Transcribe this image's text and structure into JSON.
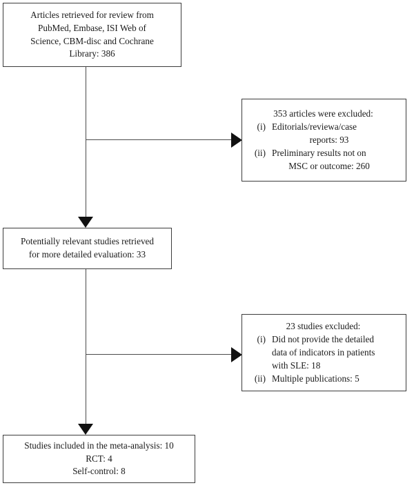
{
  "diagram": {
    "type": "prisma-flowchart",
    "nodes": {
      "retrieved": {
        "lines": [
          "Articles retrieved for review from",
          "PubMed, Embase, ISI Web of",
          "Science, CBM-disc and Cochrane",
          "Library: 386"
        ]
      },
      "excluded_1": {
        "heading": "353 articles were excluded:",
        "items": [
          {
            "marker": "(i)",
            "text": "Editorials/reviewa/case",
            "cont": "reports: 93"
          },
          {
            "marker": "(ii)",
            "text": "Preliminary results not on",
            "cont": "MSC or outcome: 260"
          }
        ]
      },
      "relevant": {
        "lines": [
          "Potentially relevant studies retrieved",
          "for more detailed evaluation: 33"
        ]
      },
      "excluded_2": {
        "heading": "23 studies excluded:",
        "items": [
          {
            "marker": "(i)",
            "text": "Did not provide the detailed",
            "cont": "data of indicators in patients",
            "cont2": "with SLE: 18"
          },
          {
            "marker": "(ii)",
            "text": "Multiple publications: 5",
            "cont": ""
          }
        ]
      },
      "included": {
        "lines": [
          "Studies included in the meta-analysis: 10",
          "RCT: 4",
          "Self-control: 8"
        ]
      }
    },
    "counts": {
      "retrieved_total": 386,
      "excluded_first_stage": 353,
      "excluded_editorials_reviews_case_reports": 93,
      "excluded_preliminary_not_msc_or_outcome": 260,
      "potentially_relevant": 33,
      "excluded_second_stage": 23,
      "excluded_no_detailed_data_sle": 18,
      "excluded_multiple_publications": 5,
      "included_meta_analysis": 10,
      "included_rct": 4,
      "included_self_control": 8
    },
    "colors": {
      "border": "#3b3b3b",
      "connector": "#4a4a4a",
      "arrow": "#111111",
      "text": "#1a1a1a",
      "background": "#ffffff"
    }
  }
}
